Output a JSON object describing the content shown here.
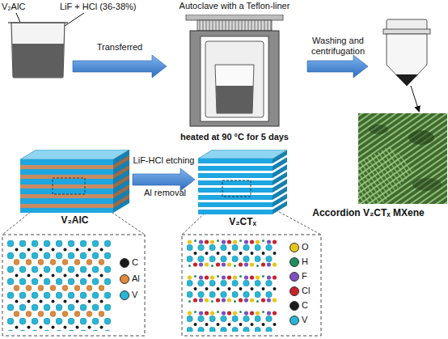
{
  "diagram": {
    "nodes": [
      {
        "text": [
          "V₂AlC",
          "LiF + HCl (36-38%)"
        ]
      },
      {
        "text": [
          "Autoclave with a Teflon-liner",
          "heated at 90 °C for 5 days"
        ]
      },
      {
        "text": [
          "Accordion V₂CTₓ MXene"
        ]
      },
      {
        "text": [
          "V₂AlC"
        ]
      },
      {
        "text": [
          "V₂CTₓ"
        ]
      }
    ],
    "edges": [
      {
        "from": 0,
        "to": 1,
        "arrow": "to",
        "label": "Transferred"
      },
      {
        "from": 3,
        "to": 4,
        "arrow": "to",
        "label": "LiF-HCl etching"
      }
    ],
    "labels": [
      "Washing and centrifugation",
      "Al removal"
    ],
    "legend": [
      {
        "text": "C",
        "color": "#1a1a1a"
      },
      {
        "text": "Al",
        "color": "#e08a3c"
      },
      {
        "text": "V",
        "color": "#29b6d6"
      },
      {
        "text": "O",
        "color": "#e6c619"
      },
      {
        "text": "H",
        "color": "#1f8f5f"
      },
      {
        "text": "F",
        "color": "#7e4fbf"
      },
      {
        "text": "Cl",
        "color": "#c8232c"
      },
      {
        "text": "C",
        "color": "#1a1a1a"
      },
      {
        "text": "V",
        "color": "#29b6d6"
      }
    ]
  }
}
